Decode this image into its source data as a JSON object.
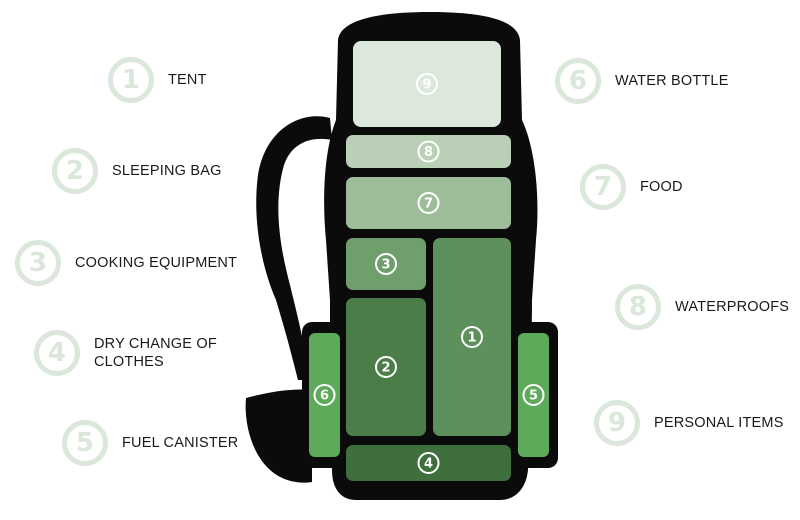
{
  "legend_left": [
    {
      "number": "1",
      "label": "TENT"
    },
    {
      "number": "2",
      "label": "SLEEPING BAG"
    },
    {
      "number": "3",
      "label": "COOKING EQUIPMENT"
    },
    {
      "number": "4",
      "label": "DRY CHANGE OF CLOTHES"
    },
    {
      "number": "5",
      "label": "FUEL CANISTER"
    }
  ],
  "legend_right": [
    {
      "number": "6",
      "label": "WATER BOTTLE"
    },
    {
      "number": "7",
      "label": "FOOD"
    },
    {
      "number": "8",
      "label": "WATERPROOFS"
    },
    {
      "number": "9",
      "label": "PERSONAL ITEMS"
    }
  ],
  "compartments": [
    {
      "number": "9",
      "color": "#dde8dc"
    },
    {
      "number": "8",
      "color": "#b9d0b7"
    },
    {
      "number": "7",
      "color": "#9dbd9a"
    },
    {
      "number": "3",
      "color": "#6f9f6c"
    },
    {
      "number": "1",
      "color": "#5e905b"
    },
    {
      "number": "2",
      "color": "#4b7d48"
    },
    {
      "number": "4",
      "color": "#3f6f3d"
    },
    {
      "number": "6",
      "color": "#5daa5b"
    },
    {
      "number": "5",
      "color": "#5daa5b"
    }
  ],
  "colors": {
    "backpack": "#0b0b0b",
    "badge_ring": "#dbe7da",
    "label_text": "#1a1a1a"
  }
}
